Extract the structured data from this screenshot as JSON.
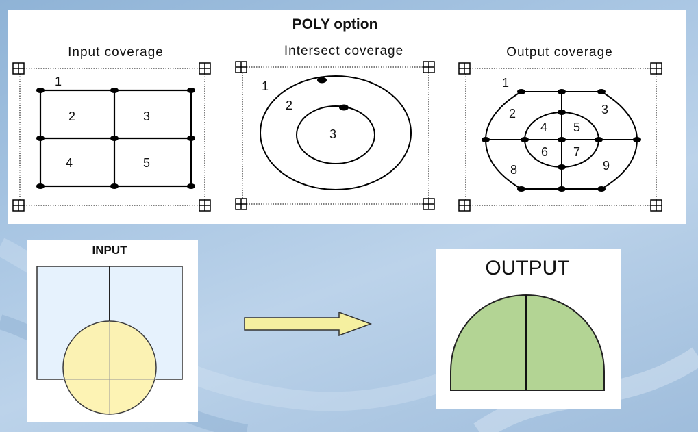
{
  "title": "POLY option",
  "coverages": {
    "input": {
      "label": "Input coverage",
      "polygons": [
        "1",
        "2",
        "3",
        "4",
        "5"
      ]
    },
    "intersect": {
      "label": "Intersect coverage",
      "polygons": [
        "1",
        "2",
        "3"
      ]
    },
    "output": {
      "label": "Output coverage",
      "polygons": [
        "1",
        "2",
        "3",
        "4",
        "5",
        "6",
        "7",
        "8",
        "9"
      ]
    }
  },
  "example": {
    "input_label": "INPUT",
    "output_label": "OUTPUT"
  },
  "colors": {
    "input_rect_fill": "#e6f2fd",
    "input_circle_fill": "#fdf3b0",
    "output_fill": "#b3d494",
    "arrow_fill": "#f5f0a0",
    "line": "#000000"
  }
}
